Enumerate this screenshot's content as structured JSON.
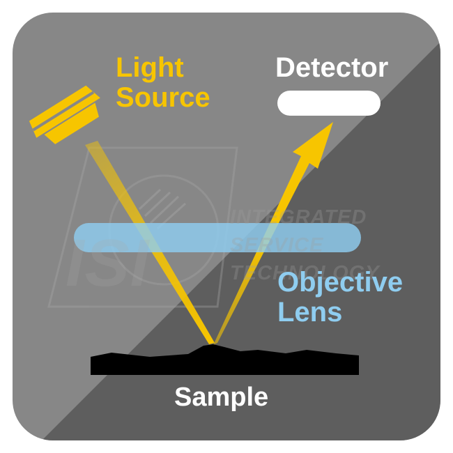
{
  "labels": {
    "light_source": [
      "Light",
      "Source"
    ],
    "detector": "Detector",
    "objective_lens": [
      "Objective",
      "Lens"
    ],
    "sample": "Sample"
  },
  "watermark": {
    "logo_text": "ISI",
    "lines": [
      "INTEGRATED",
      "SERVICE",
      "TECHNOLOGY"
    ]
  },
  "colors": {
    "background_light": "#878787",
    "background_dark": "#5e5e5e",
    "beam_yellow": "#f7c500",
    "lens_blue": "#8fcdf0",
    "detector_white": "#ffffff",
    "sample_black": "#000000",
    "label_yellow": "#f7c500",
    "label_blue": "#8fcdf0",
    "label_white": "#ffffff"
  }
}
